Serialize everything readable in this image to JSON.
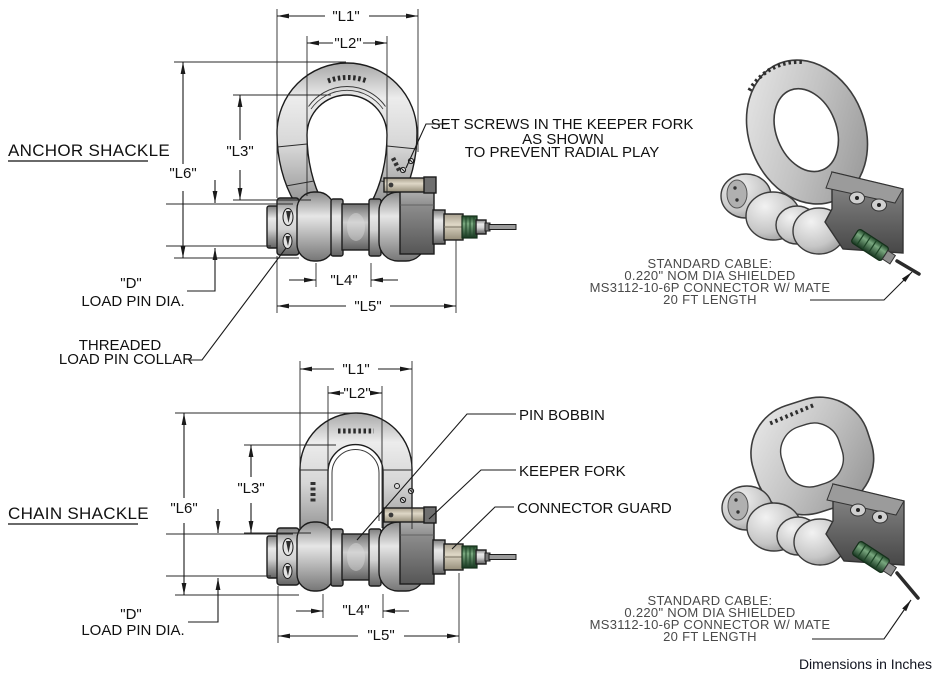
{
  "anchor": {
    "title": "ANCHOR SHACKLE",
    "dims": {
      "l1": "\"L1\"",
      "l2": "\"L2\"",
      "l3": "\"L3\"",
      "l6": "\"L6\"",
      "l4": "\"L4\"",
      "l5": "\"L5\"",
      "d": "\"D\""
    },
    "load_pin_dia": "LOAD PIN DIA.",
    "set_screw_note": [
      "SET SCREWS IN THE KEEPER FORK",
      "AS SHOWN",
      "TO PREVENT RADIAL PLAY"
    ],
    "collar_note": [
      "THREADED",
      "LOAD PIN COLLAR"
    ],
    "cable_note": [
      "STANDARD CABLE:",
      "0.220\" NOM DIA SHIELDED",
      "MS3112-10-6P CONNECTOR W/ MATE",
      "20 FT LENGTH"
    ]
  },
  "chain": {
    "title": "CHAIN SHACKLE",
    "dims": {
      "l1": "\"L1\"",
      "l2": "\"L2\"",
      "l3": "\"L3\"",
      "l6": "\"L6\"",
      "l4": "\"L4\"",
      "l5": "\"L5\"",
      "d": "\"D\""
    },
    "load_pin_dia": "LOAD PIN DIA.",
    "callouts": {
      "pin_bobbin": "PIN BOBBIN",
      "keeper_fork": "KEEPER FORK",
      "connector_guard": "CONNECTOR GUARD"
    },
    "cable_note": [
      "STANDARD CABLE:",
      "0.220\" NOM DIA SHIELDED",
      "MS3112-10-6P CONNECTOR W/ MATE",
      "20 FT LENGTH"
    ]
  },
  "footer": {
    "note": "Dimensions in Inches"
  },
  "colors": {
    "line": "#1a1a1a",
    "metal_light": "#ececec",
    "metal_dark": "#6f6f6f",
    "keeper_beige": "#d8d0bd",
    "connector_green": "#3f7a4a",
    "cable_gray": "#8a8a8a",
    "background": "#ffffff"
  }
}
